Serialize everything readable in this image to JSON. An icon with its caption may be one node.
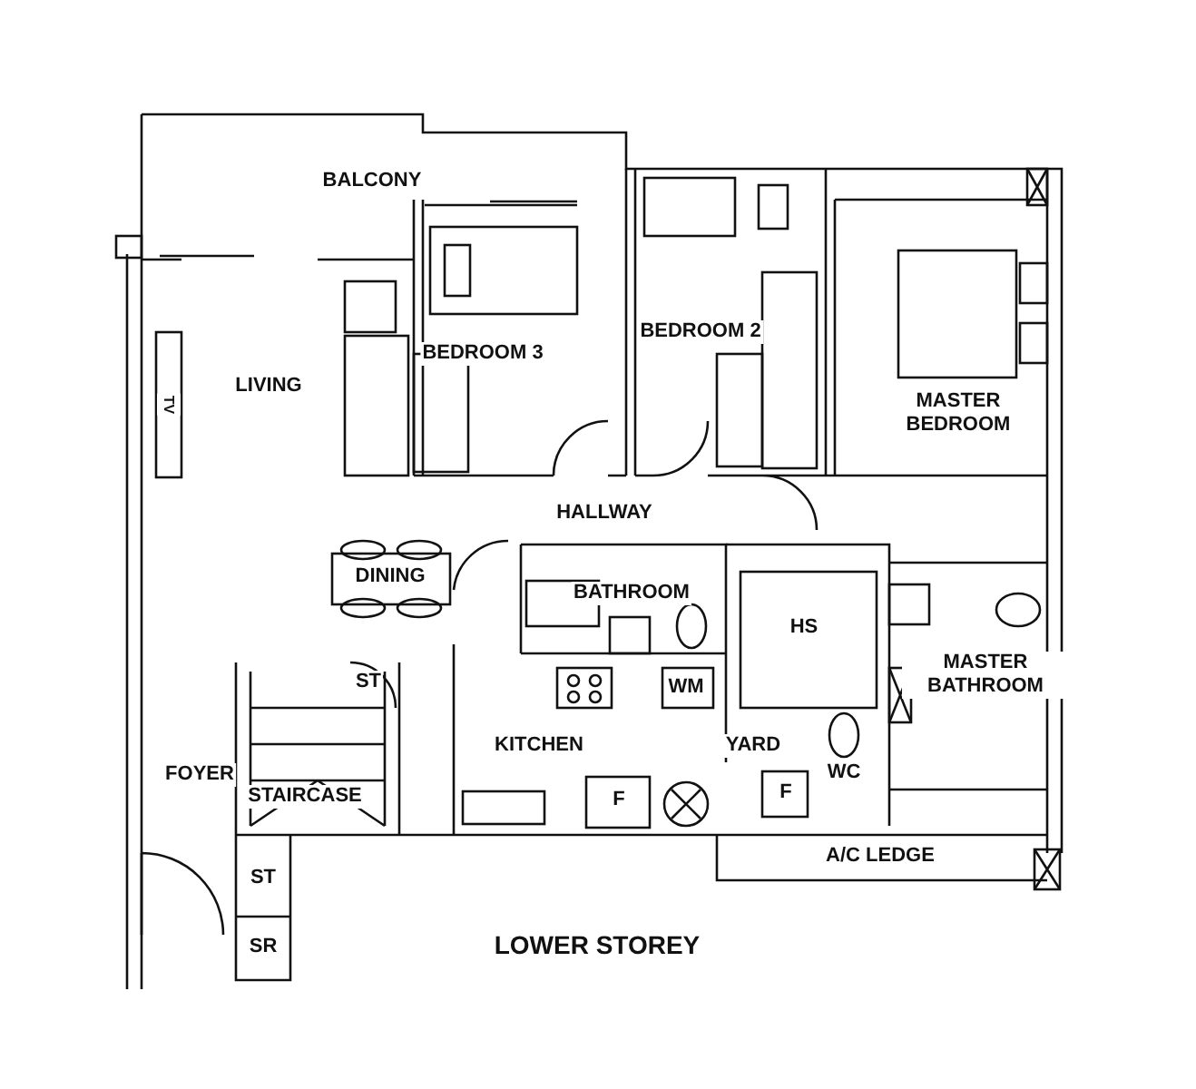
{
  "diagram": {
    "caption": "LOWER STOREY",
    "labels": [
      "BALCONY",
      "BEDROOM 3",
      "BEDROOM 2",
      "MASTER BEDROOM",
      "LIVING",
      "TV",
      "HALLWAY",
      "DINING",
      "BATHROOM",
      "HS",
      "ST",
      "WM",
      "MASTER BATHROOM",
      "KITCHEN",
      "YARD",
      "FOYER",
      "STAIRCASE",
      "F",
      "F",
      "WC",
      "A/C LEDGE",
      "ST",
      "SR"
    ]
  }
}
